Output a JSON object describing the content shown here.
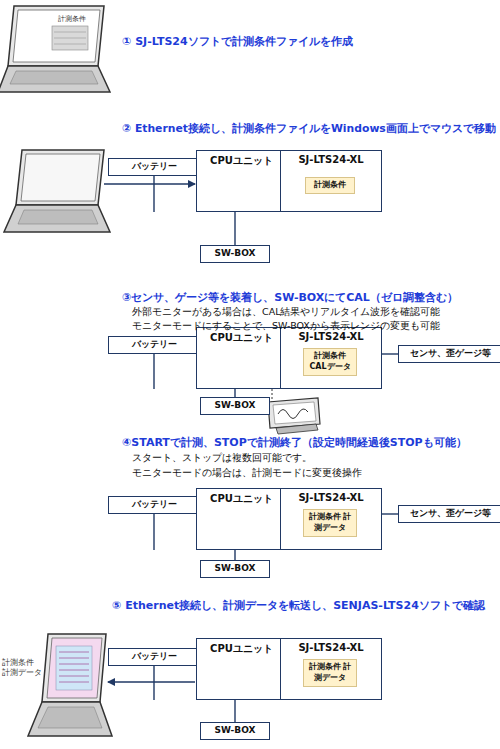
{
  "diagram": {
    "nodes": [
      {
        "text": [
          "バッテリー"
        ]
      },
      {
        "text": [
          "CPUユニット"
        ]
      },
      {
        "text": [
          "SJ-LTS24-XL"
        ]
      },
      {
        "text": [
          "計測条件"
        ],
        "in": 2
      },
      {
        "text": [
          "SW-BOX"
        ]
      },
      {
        "text": [
          "バッテリー"
        ]
      },
      {
        "text": [
          "CPUユニット"
        ]
      },
      {
        "text": [
          "SJ-LTS24-XL"
        ]
      },
      {
        "text": [
          "計測条件 CALデータ"
        ],
        "in": 7
      },
      {
        "text": [
          "センサ、歪ゲージ等"
        ]
      },
      {
        "text": [
          "SW-BOX"
        ]
      },
      {
        "text": [
          "バッテリー"
        ]
      },
      {
        "text": [
          "CPUユニット"
        ]
      },
      {
        "text": [
          "SJ-LTS24-XL"
        ]
      },
      {
        "text": [
          "計測条件 計測データ"
        ],
        "in": 13
      },
      {
        "text": [
          "センサ、歪ゲージ等"
        ]
      },
      {
        "text": [
          "SW-BOX"
        ]
      },
      {
        "text": [
          "バッテリー"
        ]
      },
      {
        "text": [
          "CPUユニット"
        ]
      },
      {
        "text": [
          "SJ-LTS24-XL"
        ]
      },
      {
        "text": [
          "計測条件 計測データ"
        ],
        "in": 19
      },
      {
        "text": [
          "SW-BOX"
        ]
      }
    ],
    "edges": [
      {
        "from": 0,
        "to": 1,
        "arrow": "none"
      },
      {
        "from": 1,
        "to": 4,
        "arrow": "none"
      },
      {
        "from": 5,
        "to": 6,
        "arrow": "none"
      },
      {
        "from": 7,
        "to": 9,
        "arrow": "none"
      },
      {
        "from": 6,
        "to": 10,
        "arrow": "none"
      },
      {
        "from": 11,
        "to": 12,
        "arrow": "none"
      },
      {
        "from": 13,
        "to": 15,
        "arrow": "none"
      },
      {
        "from": 12,
        "to": 16,
        "arrow": "none"
      },
      {
        "from": 17,
        "to": 18,
        "arrow": "none"
      },
      {
        "from": 18,
        "to": 21,
        "arrow": "none"
      }
    ],
    "labels": [
      "計測条件",
      "① SJ-LTS24ソフトで計測条件ファイルを作成",
      "② Ethernet接続し、計測条件ファイルをWindows画面上でマウスで移動",
      "③センサ、ゲージ等を装着し、SW-BOXにてCAL（ゼロ調整含む）",
      "外部モニターがある場合は、CAL結果やリアルタイム波形を確認可能",
      "モニターモードにすることで、SW-BOXから表示レンジの変更も可能",
      "④STARTで計測、STOPで計測終了（設定時間経過後STOPも可能）",
      "スタート、ストップは複数回可能です。",
      "モニターモードの場合は、計測モードに変更後操作",
      "⑤ Ethernet接続し、計測データを転送し、SENJAS-LTS24ソフトで確認",
      "計測条件 計測データ"
    ]
  }
}
